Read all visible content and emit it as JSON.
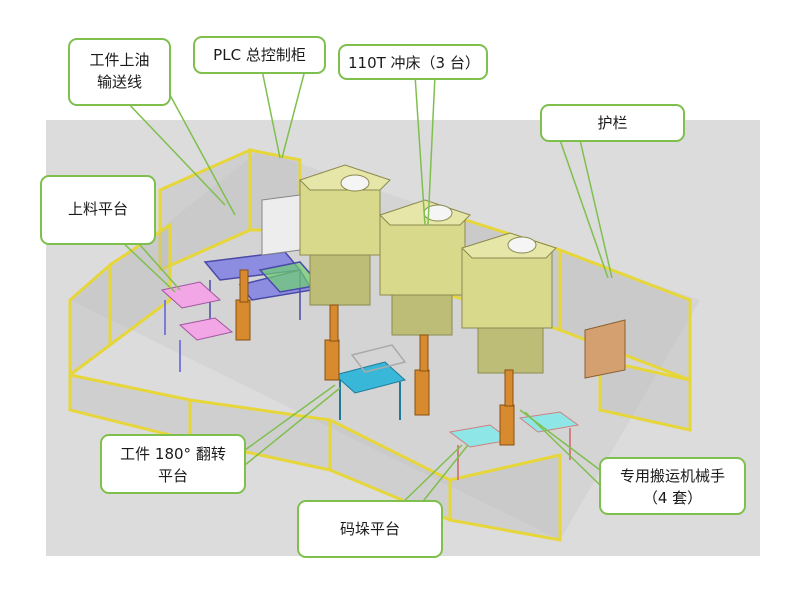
{
  "colors": {
    "callout_border": "#7fbf4e",
    "fence": "#e6d63a",
    "press": "#d9d98c",
    "robot": "#d78a2e",
    "loading_platform": "#f2a6e6",
    "flip_platform": "#39b7d8",
    "stacking_platform": "#8fe6e6",
    "conveyor": "#7a7adf",
    "background": "#dcdcdc"
  },
  "labels": {
    "oil_conveyor": [
      "工件上油",
      "输送线"
    ],
    "plc_cabinet": [
      "PLC 总控制柜"
    ],
    "press": [
      "110T 冲床（3 台）"
    ],
    "guardrail": [
      "护栏"
    ],
    "loading_platform": [
      "上料平台"
    ],
    "flip_platform": [
      "工件 180°  翻转",
      "平台"
    ],
    "robot": [
      "专用搬运机械手",
      "（4 套）"
    ],
    "stacking_platform": [
      "码垛平台"
    ]
  }
}
